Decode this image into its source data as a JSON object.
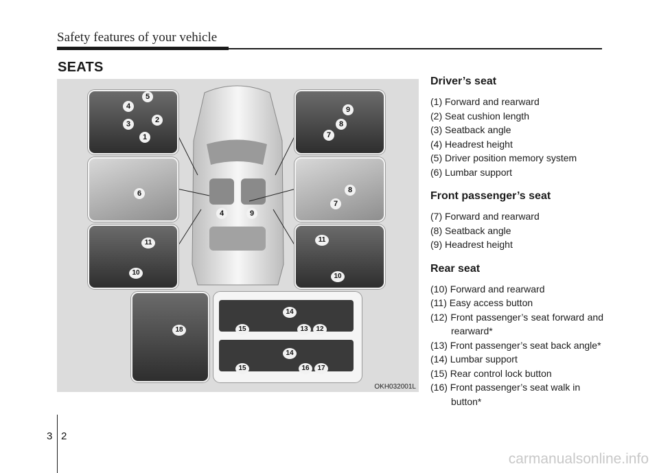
{
  "header": {
    "title": "Safety features of your vehicle"
  },
  "section": {
    "title": "SEATS"
  },
  "figure": {
    "caption": "OKH032001L",
    "callouts": [
      "5",
      "4",
      "3",
      "2",
      "1",
      "9",
      "8",
      "7",
      "6",
      "8",
      "7",
      "4",
      "9",
      "11",
      "10",
      "11",
      "10",
      "14",
      "15",
      "13",
      "12",
      "18",
      "14",
      "15",
      "16",
      "17"
    ]
  },
  "driver": {
    "heading": "Driver’s seat",
    "items": [
      "(1) Forward and rearward",
      "(2) Seat cushion length",
      "(3) Seatback angle",
      "(4) Headrest height",
      "(5) Driver position memory system",
      "(6) Lumbar support"
    ]
  },
  "passenger": {
    "heading": "Front passenger’s seat",
    "items": [
      "(7) Forward and rearward",
      "(8) Seatback angle",
      "(9) Headrest height"
    ]
  },
  "rear": {
    "heading": "Rear seat",
    "items": [
      "(10) Forward and rearward",
      "(11) Easy access button",
      "(12) Front passenger’s seat forward and rearward*",
      "(13) Front passenger’s seat back angle*",
      "(14) Lumbar support",
      "(15) Rear control lock button",
      "(16) Front passenger’s seat walk in button*"
    ]
  },
  "page": {
    "chapter": "3",
    "number": "2"
  },
  "watermark": "carmanualsonline.info"
}
